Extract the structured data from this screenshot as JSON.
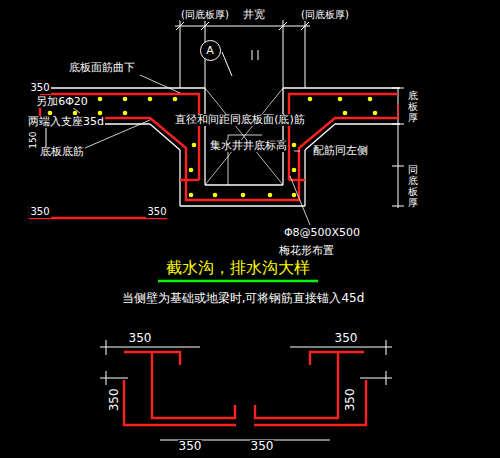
{
  "diagram": {
    "title": "截水沟，排水沟大样",
    "nodes": [
      {
        "text": [
          "A"
        ]
      }
    ],
    "labels": [
      "(同底板厚)",
      "井宽",
      "(同底板厚)",
      "底板面筋曲下",
      "350",
      "另加6Φ20",
      "两端入支座35d",
      "150",
      "底板底筋",
      "直径和间距同底板面(底)筋",
      "集水井井底标高",
      "配筋同左侧",
      "底板厚",
      "同底板厚",
      "350",
      "350",
      "Φ8@500X500",
      "梅花形布置",
      "当侧壁为基础或地梁时,可将钢筋直接锚入45d",
      "350",
      "350",
      "350",
      "350",
      "350",
      "350"
    ]
  }
}
